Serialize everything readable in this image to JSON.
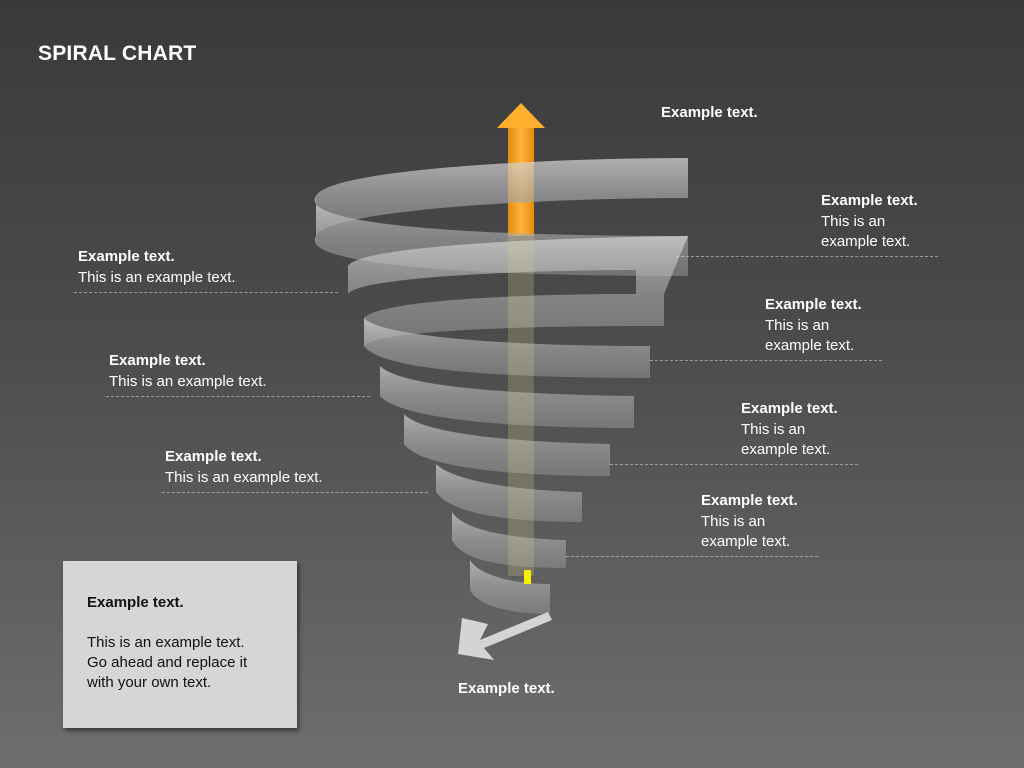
{
  "title": "SPIRAL CHART",
  "top_label": "Example text.",
  "bottom_label": "Example text.",
  "callouts_right": [
    {
      "heading": "Example text.",
      "line1": "This is an",
      "line2": "example text."
    },
    {
      "heading": "Example text.",
      "line1": "This is an",
      "line2": "example text."
    },
    {
      "heading": "Example text.",
      "line1": "This is an",
      "line2": "example text."
    },
    {
      "heading": "Example text.",
      "line1": "This is an",
      "line2": "example text."
    }
  ],
  "callouts_left": [
    {
      "heading": "Example text.",
      "body": "This is an example text."
    },
    {
      "heading": "Example text.",
      "body": "This is an example text."
    },
    {
      "heading": "Example text.",
      "body": "This is an example text."
    }
  ],
  "note": {
    "heading": "Example text.",
    "line1": "This is an example text.",
    "line2": "Go ahead and replace it",
    "line3": "with your own text."
  },
  "colors": {
    "arrow": "#f7a21b",
    "spiral": "#c8c8c8",
    "highlight": "#f5f000"
  }
}
